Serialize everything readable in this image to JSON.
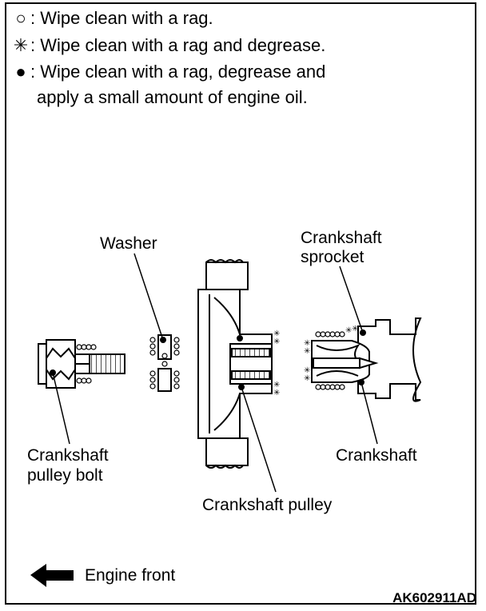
{
  "legend": [
    {
      "symbol": "circle-open",
      "glyph": "○",
      "text": ": Wipe clean with a rag."
    },
    {
      "symbol": "asterisk",
      "glyph": "✳",
      "text": ": Wipe clean with a rag and degrease."
    },
    {
      "symbol": "circle-filled",
      "glyph": "●",
      "text": ": Wipe clean with a rag, degrease and"
    },
    {
      "symbol": "none",
      "glyph": "",
      "text": "apply a small amount of engine oil."
    }
  ],
  "labels": {
    "washer": "Washer",
    "sprocket_line1": "Crankshaft",
    "sprocket_line2": "sprocket",
    "bolt_line1": "Crankshaft",
    "bolt_line2": "pulley bolt",
    "crankshaft": "Crankshaft",
    "pulley": "Crankshaft pulley"
  },
  "direction": {
    "text": "Engine front",
    "icon": "arrow-left-icon"
  },
  "figure_code": "AK602911AD"
}
